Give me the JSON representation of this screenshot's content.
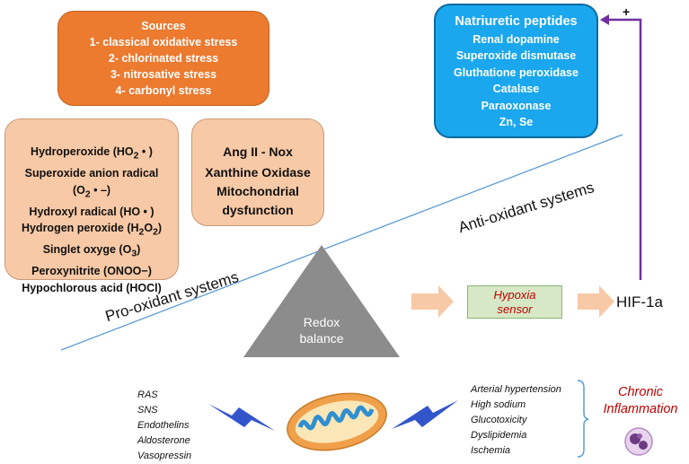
{
  "sources": {
    "title": "Sources",
    "items": [
      "1- classical oxidative stress",
      "2- chlorinated stress",
      "3- nitrosative stress",
      "4- carbonyl stress"
    ]
  },
  "natriuretic": {
    "title": "Natriuretic peptides",
    "items": [
      "Renal dopamine",
      "Superoxide dismutase",
      "Gluthatione peroxidase",
      "Catalase",
      "Paraoxonase",
      "Zn, Se"
    ]
  },
  "pro_oxidants": {
    "items": [
      {
        "pre": "Hydroperoxide (HO",
        "sub": "2",
        "post": " • )"
      },
      {
        "pre": "Superoxide anion radical",
        "sub": "",
        "post": ""
      },
      {
        "pre": "(O",
        "sub": "2",
        "post": " • –)"
      },
      {
        "pre": "Hydroxyl radical (HO • )",
        "sub": "",
        "post": ""
      },
      {
        "pre": "Hydrogen peroxide (H",
        "sub": "2",
        "post": "O",
        "sub2": "2",
        "post2": ")"
      },
      {
        "pre": "Singlet oxyge (O",
        "sub": "3",
        "post": ")"
      },
      {
        "pre": "Peroxynitrite (ONOO−)",
        "sub": "",
        "post": ""
      },
      {
        "pre": "Hypochlorous acid (HOCl)",
        "sub": "",
        "post": ""
      }
    ]
  },
  "ang_box": {
    "items": [
      "Ang II - Nox",
      "Xanthine Oxidase",
      "Mitochondrial",
      "dysfunction"
    ]
  },
  "labels": {
    "pro_oxidant_systems": "Pro-oxidant systems",
    "anti_oxidant_systems": "Anti-oxidant systems",
    "redox_line1": "Redox",
    "redox_line2": "balance",
    "hypoxia_line1": "Hypoxia",
    "hypoxia_line2": "sensor",
    "hif": "HIF-1a",
    "plus": "+"
  },
  "left_list": [
    "RAS",
    "SNS",
    "Endothelins",
    "Aldosterone",
    "Vasopressin"
  ],
  "right_list": [
    "Arterial hypertension",
    "High sodium",
    "Glucotoxicity",
    "Dyslipidemia",
    "Ischemia"
  ],
  "chronic": {
    "line1": "Chronic",
    "line2": "Inflammation"
  },
  "colors": {
    "sources_box": "#ec7a2f",
    "natriuretic_box": "#1aa7ee",
    "pro_oxidant_box": "#f8c9a6",
    "hypoxia_box": "#d6e8c6",
    "feedback_line": "#7030a0",
    "seesaw_line": "#5b9bd5",
    "fulcrum": "#8c8c8c",
    "arrows": "#f8c9a6",
    "lightning": "#3355cc",
    "inflammation_text": "#c00000"
  }
}
